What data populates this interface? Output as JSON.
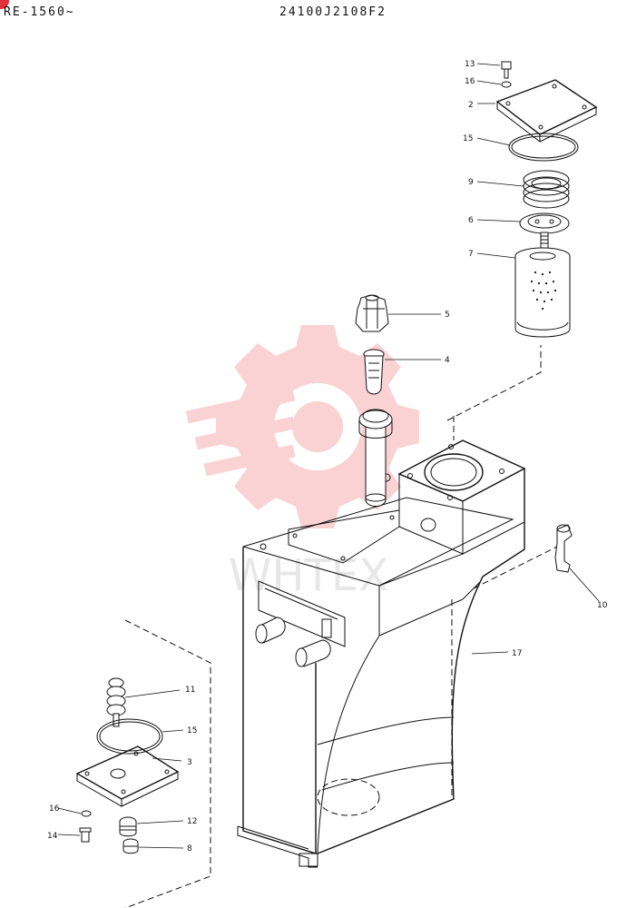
{
  "header": {
    "left_text": "RE-1560~",
    "center_text": "24100J2108F2"
  },
  "watermark": {
    "text": "WHTEX",
    "color": "#e8232a"
  },
  "callouts": [
    "13",
    "16",
    "2",
    "15",
    "9",
    "6",
    "7",
    "5",
    "4",
    "10",
    "17",
    "11",
    "15",
    "3",
    "16",
    "14",
    "12",
    "8"
  ]
}
